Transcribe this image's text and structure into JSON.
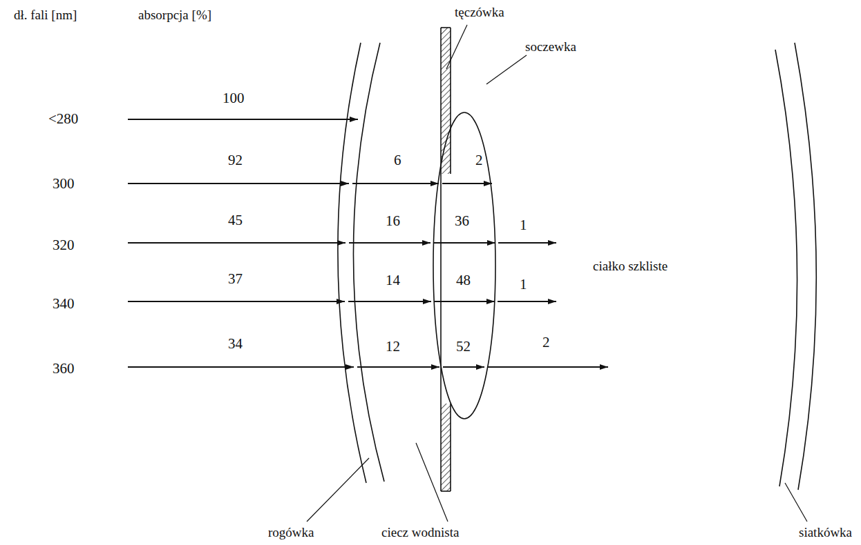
{
  "diagram": {
    "labels": [
      "dł. fali [nm]",
      "absorpcja [%]",
      "tęczówka",
      "<280",
      "100",
      "soczewka",
      "300",
      "92",
      "6",
      "2",
      "320",
      "45",
      "16",
      "36",
      "1",
      "ciałko szkliste",
      "340",
      "37",
      "14",
      "48",
      "1",
      "360",
      "34",
      "12",
      "52",
      "2",
      "rogówka",
      "ciecz wodnista",
      "siatkówka"
    ]
  }
}
